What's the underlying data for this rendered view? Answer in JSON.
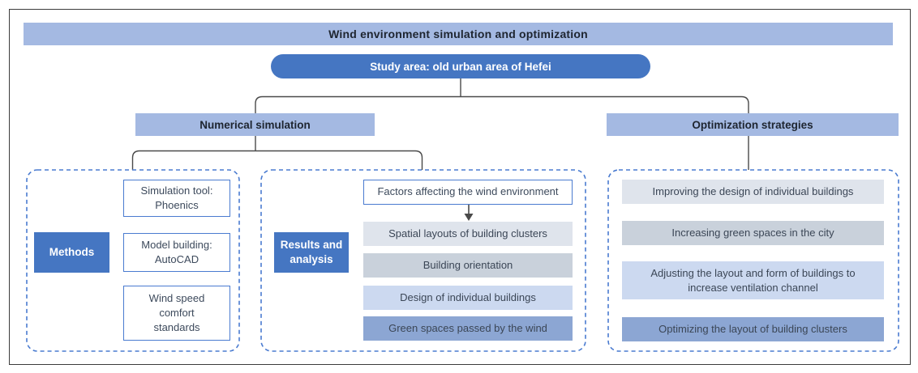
{
  "banner": {
    "title": "Wind environment simulation and optimization"
  },
  "study_area": {
    "label": "Study area: old urban area of Hefei"
  },
  "branches": {
    "numerical_simulation": "Numerical simulation",
    "optimization_strategies": "Optimization strategies"
  },
  "methods_panel": {
    "label": "Methods",
    "items": [
      "Simulation tool:\nPhoenics",
      "Model building:\nAutoCAD",
      "Wind speed\ncomfort\nstandards"
    ]
  },
  "results_panel": {
    "label": "Results and\nanalysis",
    "header": "Factors affecting the wind environment",
    "factors": [
      "Spatial layouts of building clusters",
      "Building orientation",
      "Design of individual buildings",
      "Green spaces passed by the wind"
    ]
  },
  "optimization_panel": {
    "items": [
      "Improving the design of individual buildings",
      "Increasing green spaces in the city",
      "Adjusting the layout and form of buildings to\nincrease ventilation channel",
      "Optimizing the layout of building clusters"
    ]
  },
  "colors": {
    "accent_blue": "#4576c2",
    "header_light_blue": "#a4b9e2",
    "dashed_border_blue": "#4a7bd0",
    "connector_gray": "#4a4a4a",
    "tier_colors": [
      "#dfe4ec",
      "#c9d1db",
      "#ccd9f0",
      "#8ca6d3"
    ],
    "text_dark": "#3d4a5c"
  }
}
